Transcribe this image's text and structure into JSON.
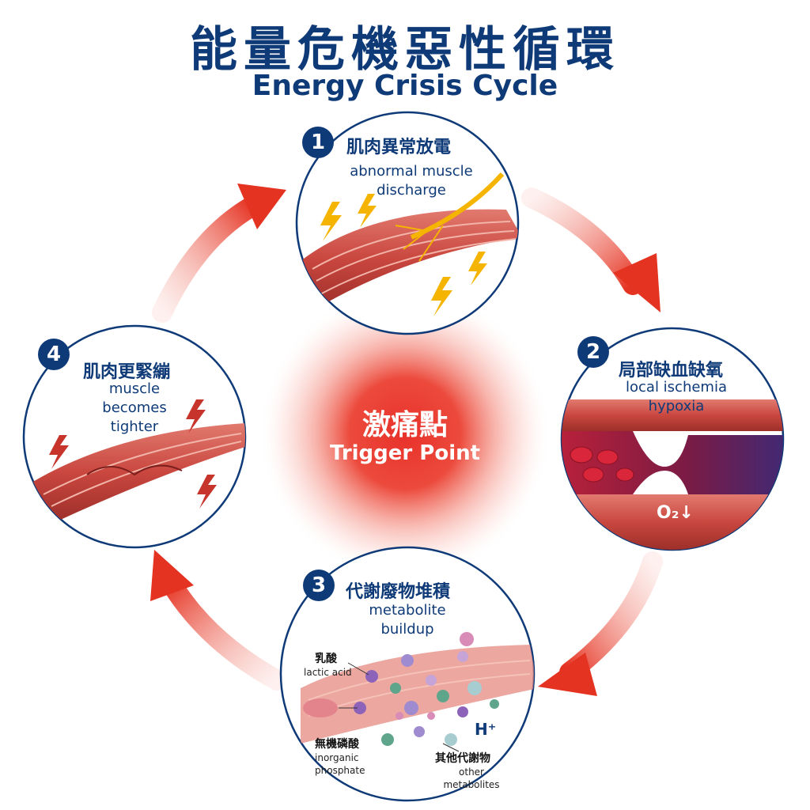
{
  "title": {
    "zh": "能量危機惡性循環",
    "en": "Energy Crisis Cycle"
  },
  "center": {
    "zh": "激痛點",
    "en": "Trigger Point"
  },
  "stages": [
    {
      "num": "1",
      "zh": "肌肉異常放電",
      "en_line1": "abnormal muscle",
      "en_line2": "discharge"
    },
    {
      "num": "2",
      "zh": "局部缺血缺氧",
      "en_line1": "local ischemia",
      "en_line2": "hypoxia"
    },
    {
      "num": "3",
      "zh": "代謝廢物堆積",
      "en_line1": "metabolite",
      "en_line2": "buildup"
    },
    {
      "num": "4",
      "zh": "肌肉更緊繃",
      "en_line1": "muscle",
      "en_line2": "becomes",
      "en_line3": "tighter"
    }
  ],
  "metabolite_labels": {
    "lactic": {
      "zh": "乳酸",
      "en": "lactic acid"
    },
    "phosphate": {
      "zh": "無機磷酸",
      "en_line1": "inorganic",
      "en_line2": "phosphate"
    },
    "other": {
      "zh": "其他代謝物",
      "en_line1": "other",
      "en_line2": "metabolites"
    },
    "hydrogen": "H⁺"
  },
  "oxygen_label": "O₂↓",
  "colors": {
    "title": "#0f3a78",
    "arrow": "#e53322",
    "muscle": "#c9473f",
    "center_glow": "#e8312a",
    "circle_border": "#0f3a78",
    "bolt": "#f4b400"
  }
}
